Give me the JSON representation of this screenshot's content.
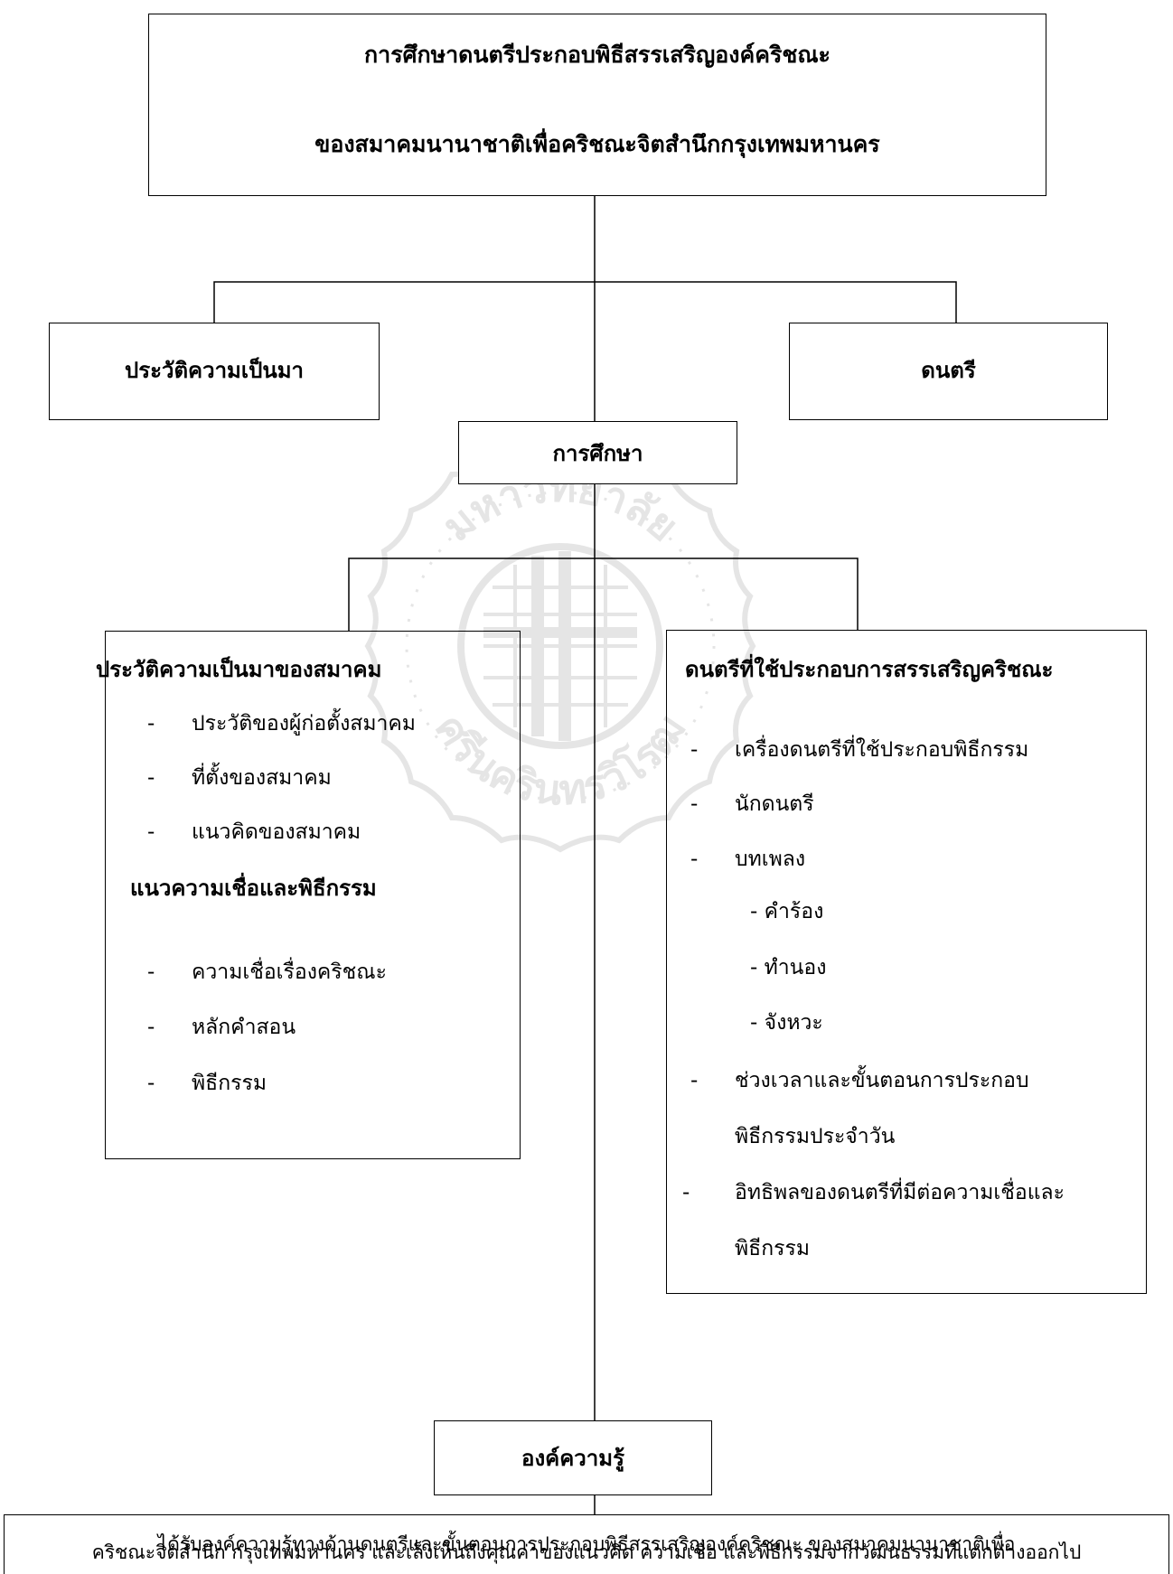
{
  "title": {
    "line1": "การศึกษาดนตรีประกอบพิธีสรรเสริญองค์คริชณะ",
    "line2": "ของสมาคมนานาชาติเพื่อคริชณะจิตสำนึกกรุงเทพมหานคร"
  },
  "history_box": "ประวัติความเป็นมา",
  "music_box": "ดนตรี",
  "study_box": "การศึกษา",
  "left_panel": {
    "heading1": "ประวัติความเป็นมาของสมาคม",
    "items1": [
      "ประวัติของผู้ก่อตั้งสมาคม",
      "ที่ตั้งของสมาคม",
      "แนวคิดของสมาคม"
    ],
    "heading2": "แนวความเชื่อและพิธีกรรม",
    "items2": [
      "ความเชื่อเรื่องคริชณะ",
      "หลักคำสอน",
      "พิธีกรรม"
    ],
    "dash": "-"
  },
  "right_panel": {
    "heading": "ดนตรีที่ใช้ประกอบการสรรเสริญคริชณะ",
    "items": [
      "เครื่องดนตรีที่ใช้ประกอบพิธีกรรม",
      "นักดนตรี",
      "บทเพลง"
    ],
    "subitems": [
      "- คำร้อง",
      "- ทำนอง",
      "- จังหวะ"
    ],
    "item4_line1": "ช่วงเวลาและขั้นตอนการประกอบ",
    "item4_line2": "พิธีกรรมประจำวัน",
    "item5_line1": "อิทธิพลของดนตรีที่มีต่อความเชื่อและ",
    "item5_line2": "พิธีกรรม",
    "dash": "-"
  },
  "knowledge_box": "องค์ความรู้",
  "result": {
    "line1": "ได้รับองค์ความรู้ทางด้านดนตรีและขั้นตอนการประกอบพิธีสรรเสริญองค์คริชณะ  ของสมาคมนานาชาติเพื่อ",
    "line2": "คริชณะจิตสำนึก กรุงเทพมหานคร และเล็งเห็นถึงคุณค่าของแนวคิด ความเชื่อ และพิธีกรรมจากวัฒนธรรมที่แตกต่างออกไป"
  },
  "watermark": {
    "top_text": "มหาวิทยาลัย",
    "bottom_text": "ศรีนครินทรวิโรฒ",
    "color": "#888888"
  }
}
